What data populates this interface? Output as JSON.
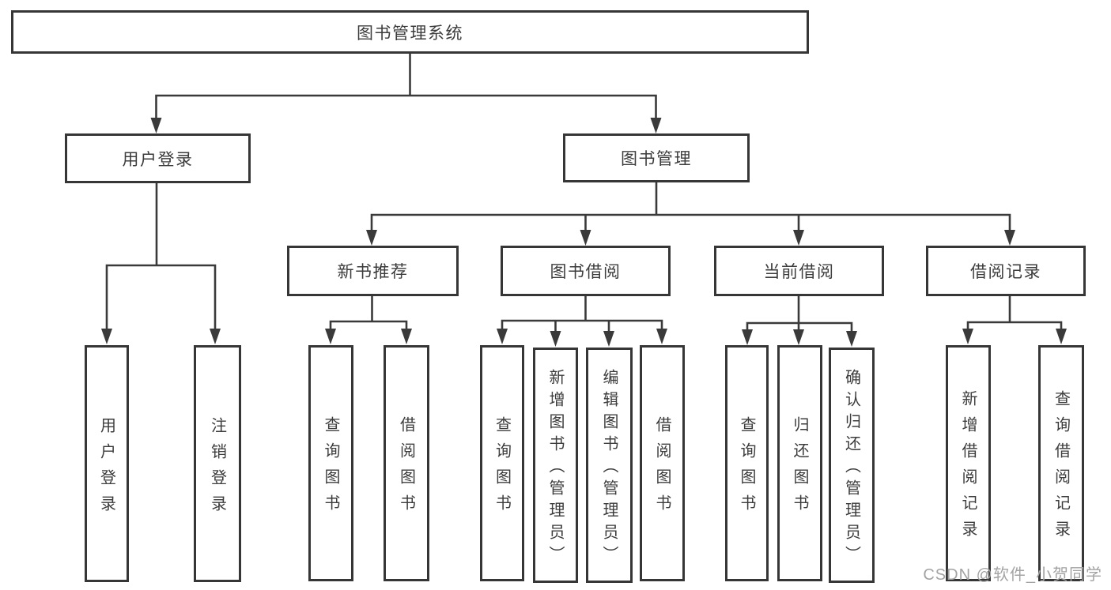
{
  "diagram": {
    "tree": {
      "label": "图书管理系统",
      "children": [
        {
          "label": "用户登录",
          "children": [
            {
              "label": "用户登录"
            },
            {
              "label": "注销登录"
            }
          ]
        },
        {
          "label": "图书管理",
          "children": [
            {
              "label": "新书推荐",
              "children": [
                {
                  "label": "查询图书"
                },
                {
                  "label": "借阅图书"
                }
              ]
            },
            {
              "label": "图书借阅",
              "children": [
                {
                  "label": "查询图书"
                },
                {
                  "label": "新增图书（管理员）"
                },
                {
                  "label": "编辑图书（管理员）"
                },
                {
                  "label": "借阅图书"
                }
              ]
            },
            {
              "label": "当前借阅",
              "children": [
                {
                  "label": "查询图书"
                },
                {
                  "label": "归还图书"
                },
                {
                  "label": "确认归还（管理员）"
                }
              ]
            },
            {
              "label": "借阅记录",
              "children": [
                {
                  "label": "新增借阅记录"
                },
                {
                  "label": "查询借阅记录"
                }
              ]
            }
          ]
        }
      ]
    },
    "watermark": "CSDN @软件_小贺同学",
    "colors": {
      "line": "#3a3a3a",
      "box_border": "#363636",
      "text": "#3c3c3c",
      "watermark": "#a3a3a3",
      "background": "#ffffff"
    }
  }
}
